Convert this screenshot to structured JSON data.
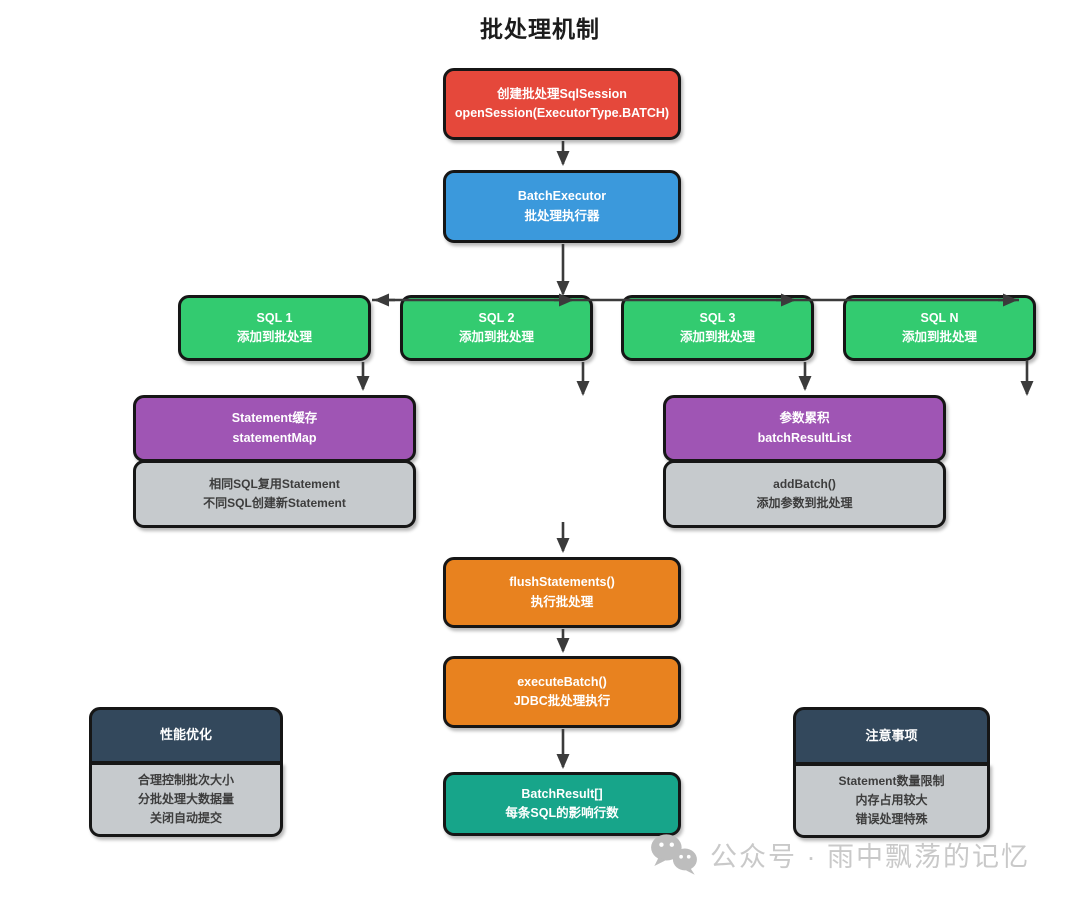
{
  "title": "批处理机制",
  "nodes": {
    "create_session": {
      "line1": "创建批处理SqlSession",
      "line2": "openSession(ExecutorType.BATCH)"
    },
    "batch_executor": {
      "line1": "BatchExecutor",
      "line2": "批处理执行器"
    },
    "sql_1": {
      "line1": "SQL 1",
      "line2": "添加到批处理"
    },
    "sql_2": {
      "line1": "SQL 2",
      "line2": "添加到批处理"
    },
    "sql_3": {
      "line1": "SQL 3",
      "line2": "添加到批处理"
    },
    "sql_n": {
      "line1": "SQL N",
      "line2": "添加到批处理"
    },
    "statement_cache": {
      "line1": "Statement缓存",
      "line2": "statementMap"
    },
    "statement_cache_note": {
      "line1": "相同SQL复用Statement",
      "line2": "不同SQL创建新Statement"
    },
    "param_accumulate": {
      "line1": "参数累积",
      "line2": "batchResultList"
    },
    "param_accumulate_note": {
      "line1": "addBatch()",
      "line2": "添加参数到批处理"
    },
    "flush_statements": {
      "line1": "flushStatements()",
      "line2": "执行批处理"
    },
    "execute_batch": {
      "line1": "executeBatch()",
      "line2": "JDBC批处理执行"
    },
    "batch_result": {
      "line1": "BatchResult[]",
      "line2": "每条SQL的影响行数"
    }
  },
  "perf": {
    "header": "性能优化",
    "lines": [
      "合理控制批次大小",
      "分批处理大数据量",
      "关闭自动提交"
    ]
  },
  "notes": {
    "header": "注意事项",
    "lines": [
      "Statement数量限制",
      "内存占用较大",
      "错误处理特殊"
    ]
  },
  "watermark": {
    "text": "公众号 · 雨中飘荡的记忆",
    "icon": "wechat-icon"
  },
  "colors": {
    "red": "#E5483B",
    "blue": "#3B99DC",
    "green": "#33CB70",
    "purple": "#9F55B4",
    "orange": "#E8821F",
    "teal": "#17A58A",
    "navy": "#33485C",
    "gray_body": "#C6CACD",
    "border": "#161616",
    "arrow": "#3B3B3B",
    "watermark": "#C9C9C9"
  }
}
